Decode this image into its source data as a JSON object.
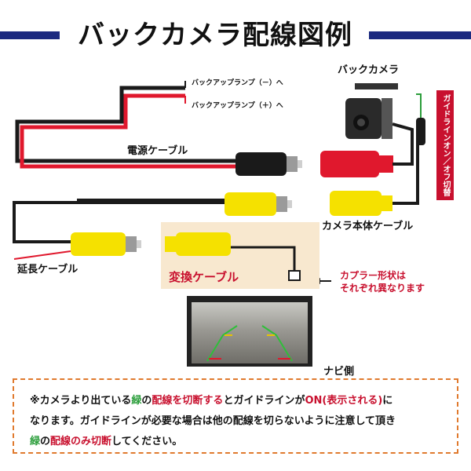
{
  "title": "バックカメラ配線図例",
  "labels": {
    "backup_minus": "バックアップランプ（－）へ",
    "backup_plus": "バックアップランプ（＋）へ",
    "power_cable": "電源ケーブル",
    "back_camera": "バックカメラ",
    "guide_toggle": "ガイドラインオン／オフ切替",
    "camera_cable": "カメラ本体ケーブル",
    "extension_cable": "延長ケーブル",
    "conversion_cable": "変換ケーブル",
    "coupler_line1": "カプラー形状は",
    "coupler_line2": "それぞれ異なります",
    "navi_side": "ナビ側"
  },
  "note": {
    "p1": "※カメラより出ている",
    "green1": "緑",
    "p2": "の",
    "red1": "配線を切断する",
    "p3": "とガイドラインが",
    "red2": "ON(表示される)",
    "p4": "に",
    "line2": "なります。ガイドラインが必要な場合は他の配線を切らないように注意して頂き",
    "green2": "緑",
    "p5": "の",
    "red3": "配線のみ切断",
    "p6": "してください。"
  },
  "colors": {
    "title_bar": "#1c2a80",
    "wire_red": "#e0182d",
    "wire_black": "#1a1a1a",
    "connector_yellow": "#f5e100",
    "connector_red": "#e0182d",
    "accent_red": "#c8102e",
    "note_green": "#2a9d3a",
    "note_border": "#e07a2e",
    "conversion_bg": "#f8e8cf"
  }
}
